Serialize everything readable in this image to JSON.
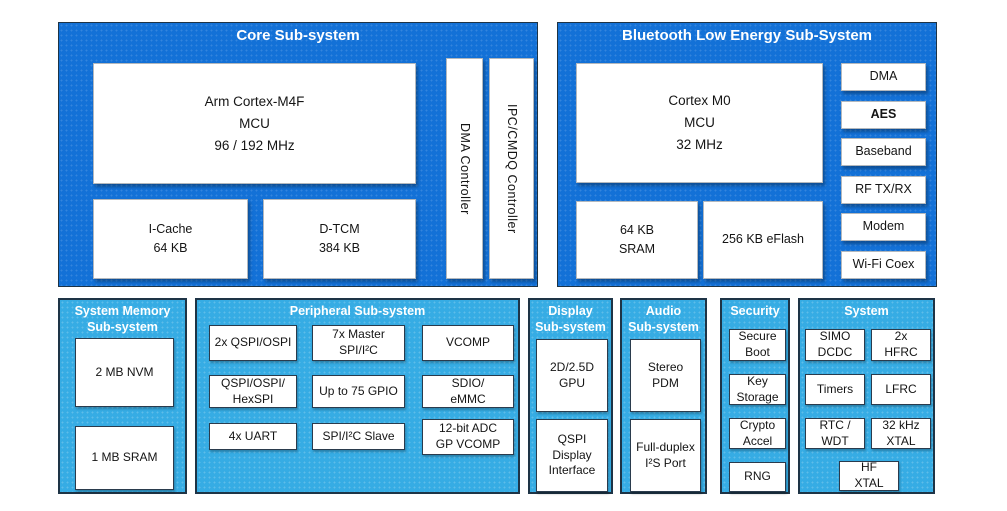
{
  "colors": {
    "top_subsystem_blue": "#1371D7",
    "bottom_subsystem_blue": "#36ACE4",
    "box_background": "#ffffff",
    "title_text": "#ffffff",
    "body_text": "#141414"
  },
  "core": {
    "title": "Core Sub-system",
    "cpu_label": "Arm Cortex-M4F\nMCU\n96 / 192 MHz",
    "icache_label": "I-Cache\n64 KB",
    "dtcm_label": "D-TCM\n384 KB",
    "dma_label": "DMA Controller",
    "ipc_label": "IPC/CMDQ Controller"
  },
  "ble": {
    "title": "Bluetooth Low Energy Sub-System",
    "m0_label": "Cortex M0\nMCU\n32 MHz",
    "sram_label": "64 KB\nSRAM",
    "eflash_label": "256 KB eFlash",
    "column": [
      "DMA",
      "AES",
      "Baseband",
      "RF TX/RX",
      "Modem",
      "Wi-Fi Coex"
    ]
  },
  "memory": {
    "title": "System Memory\nSub-system",
    "nvm_label": "2 MB NVM",
    "sram_label": "1 MB SRAM"
  },
  "peripheral": {
    "title": "Peripheral Sub-system",
    "boxes": [
      "2x QSPI/OSPI",
      "7x Master\nSPI/I²C",
      "VCOMP",
      "QSPI/OSPI/\nHexSPI",
      "Up to 75 GPIO",
      "SDIO/\neMMC",
      "4x UART",
      "SPI/I²C Slave",
      "12-bit ADC\nGP VCOMP"
    ]
  },
  "display": {
    "title": "Display\nSub-system",
    "gpu_label": "2D/2.5D\nGPU",
    "qspi_label": "QSPI\nDisplay\nInterface"
  },
  "audio": {
    "title": "Audio\nSub-system",
    "pdm_label": "Stereo\nPDM",
    "i2s_label": "Full-duplex\nI²S Port"
  },
  "security": {
    "title": "Security",
    "boxes": [
      "Secure\nBoot",
      "Key\nStorage",
      "Crypto\nAccel",
      "RNG"
    ]
  },
  "system": {
    "title": "System",
    "boxes": [
      "SIMO\nDCDC",
      "2x\nHFRC",
      "Timers",
      "LFRC",
      "RTC /\nWDT",
      "32 kHz\nXTAL",
      "HF\nXTAL"
    ]
  }
}
